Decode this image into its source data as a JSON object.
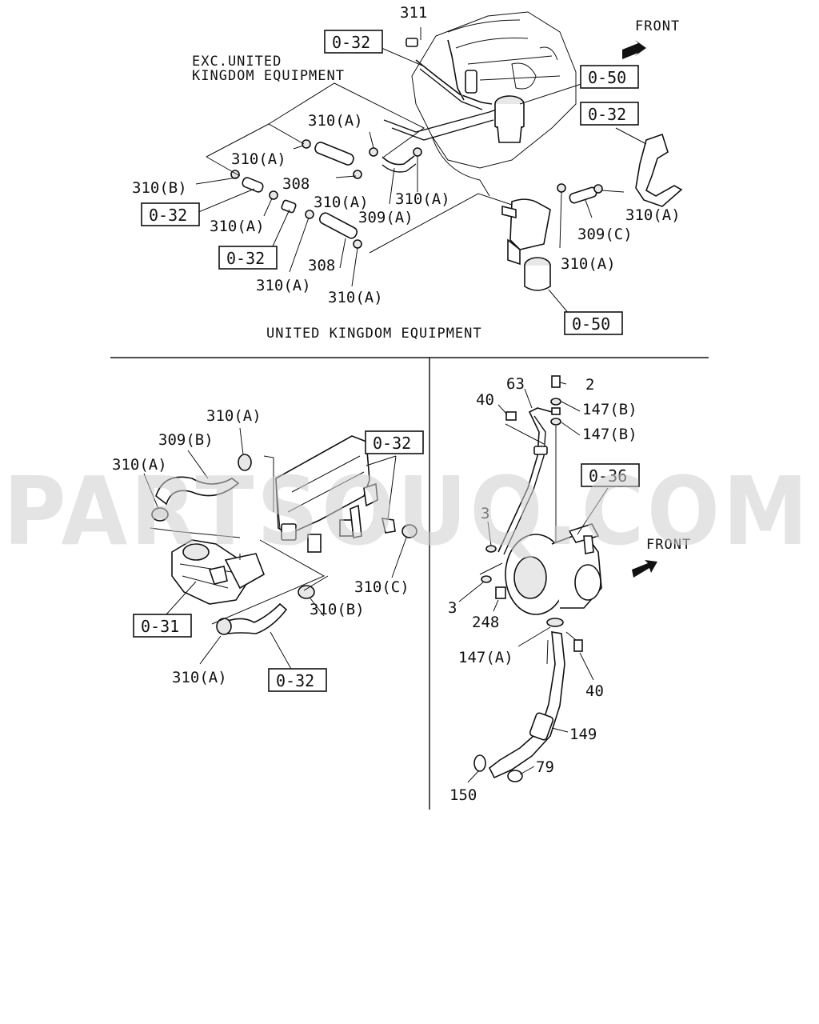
{
  "watermark": "PARTSOUQ.COM",
  "top_panel": {
    "note_exc": "EXC.UNITED",
    "note_exc_2": "KINGDOM EQUIPMENT",
    "front_label": "FRONT",
    "caption": "UNITED KINGDOM EQUIPMENT",
    "labels": {
      "l311": "311",
      "l310a_1": "310(A)",
      "l310a_2": "310(A)",
      "l310b": "310(B)",
      "l308_1": "308",
      "l310a_3": "310(A)",
      "l310a_4": "310(A)",
      "l309a": "309(A)",
      "l310a_5": "310(A)",
      "l308_2": "308",
      "l310a_6": "310(A)",
      "l310a_7": "310(A)",
      "l310a_8": "310(A)",
      "l309c": "309(C)",
      "l310a_9": "310(A)"
    },
    "boxes": {
      "b032_1": "0-32",
      "b050_1": "0-50",
      "b032_2": "0-32",
      "b032_3": "0-32",
      "b032_4": "0-32",
      "b050_2": "0-50"
    }
  },
  "bottom_left_panel": {
    "labels": {
      "l310a_1": "310(A)",
      "l309b": "309(B)",
      "l310a_2": "310(A)",
      "l310c": "310(C)",
      "l310b": "310(B)",
      "l310a_3": "310(A)"
    },
    "boxes": {
      "b032_1": "0-32",
      "b031": "0-31",
      "b032_2": "0-32"
    }
  },
  "bottom_right_panel": {
    "front_label": "FRONT",
    "labels": {
      "l63": "63",
      "l2": "2",
      "l40_1": "40",
      "l147b_1": "147(B)",
      "l147b_2": "147(B)",
      "l3_1": "3",
      "l3_2": "3",
      "l248": "248",
      "l147a": "147(A)",
      "l40_2": "40",
      "l149": "149",
      "l79": "79",
      "l150": "150"
    },
    "boxes": {
      "b036": "0-36"
    }
  }
}
